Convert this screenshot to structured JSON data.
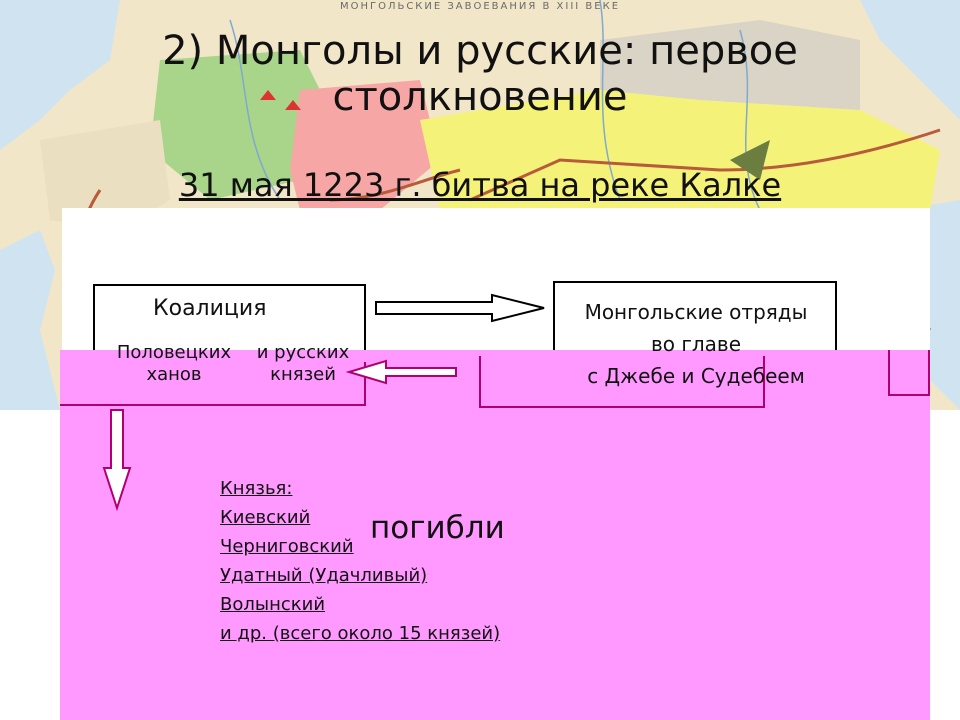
{
  "map": {
    "caption": "МОНГОЛЬСКИЕ ЗАВОЕВАНИЯ В XIII ВЕКЕ",
    "colors": {
      "sea": "#cfe3f0",
      "land": "#f2e6c9",
      "green": "#a8d58a",
      "pink": "#f7a6a6",
      "yellow": "#f5f27a",
      "gray": "#d9d4c5",
      "arrow": "#b85b3a"
    }
  },
  "slide": {
    "title_line1": "2) Монголы и русские: первое",
    "title_line2": "столкновение",
    "subtitle": "31 мая 1223 г. битва на реке Калке"
  },
  "diagram": {
    "coalition_title": "Коалиция",
    "coalition_left": "Половецких ханов",
    "coalition_right": "и русских князей",
    "mongol_line1": "Монгольские отряды",
    "mongol_line2": "во главе",
    "mongol_line3": "с Джебе и Судебеем",
    "colors": {
      "panel": "#ff99ff",
      "border": "#b0006f",
      "arrow_fill": "#ffffff"
    }
  },
  "result": {
    "princes_header": "Князья:",
    "princes": [
      "Киевский",
      "Черниговский",
      "Удатный (Удачливый)",
      "Волынский",
      "и др. (всего около 15 князей)"
    ],
    "died": "погибли"
  }
}
